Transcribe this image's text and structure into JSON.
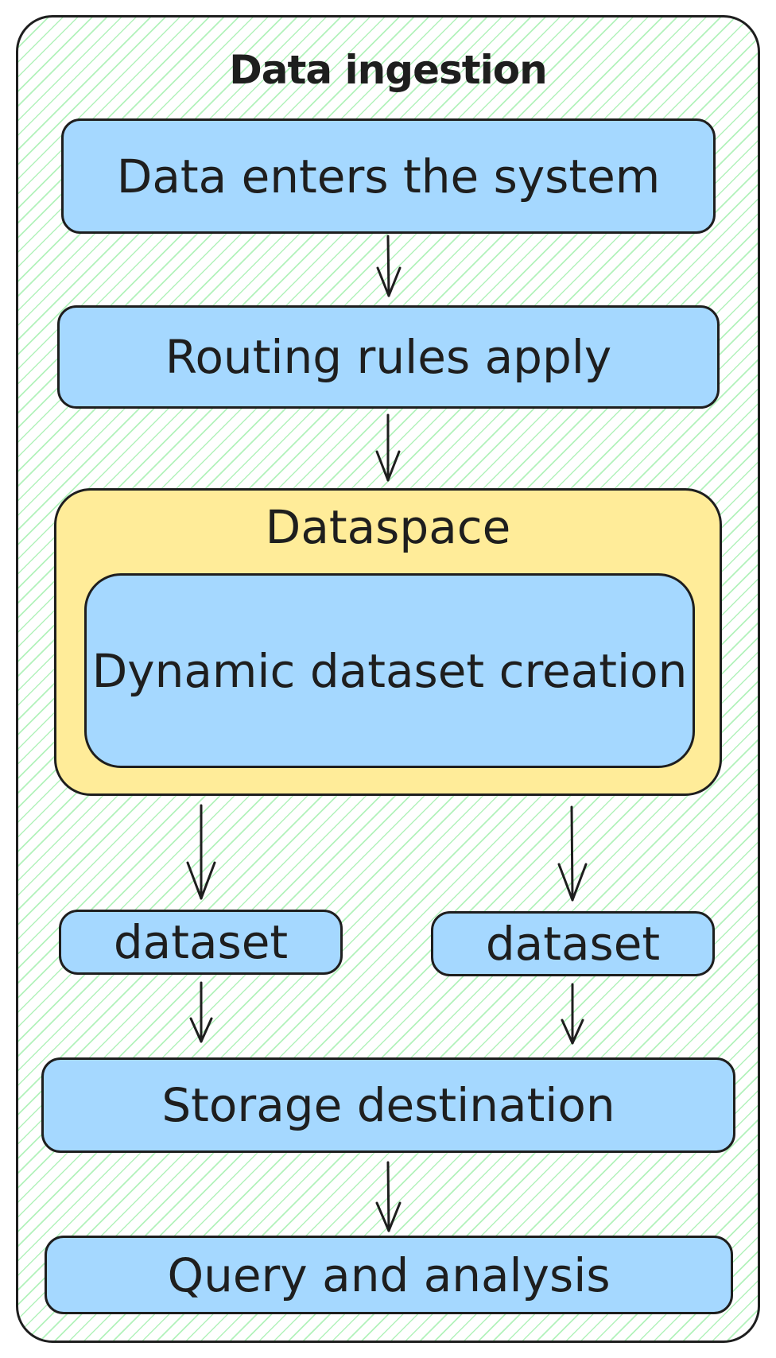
{
  "diagram": {
    "group": {
      "title": "Data ingestion",
      "hatch_color": "#b2f2bb"
    },
    "steps": {
      "enter": "Data enters the system",
      "routing": "Routing rules apply",
      "storage": "Storage destination",
      "query": "Query and analysis"
    },
    "dataspace": {
      "label": "Dataspace",
      "inner": "Dynamic dataset creation",
      "fill": "#ffec99"
    },
    "datasets": [
      "dataset",
      "dataset"
    ],
    "colors": {
      "box_fill": "#a5d8ff",
      "stroke": "#1e1e1e"
    }
  }
}
